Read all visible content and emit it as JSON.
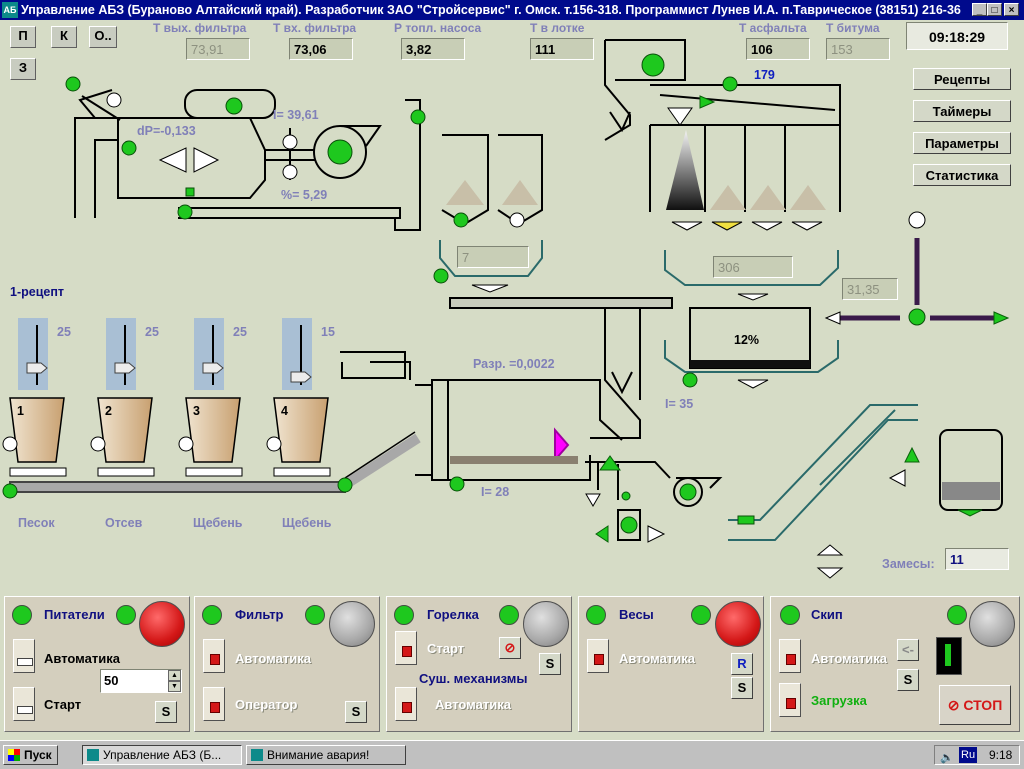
{
  "window": {
    "title": "Управление АБЗ  (Бураново Алтайский край).  Разработчик ЗАО \"Стройсервис\" г. Омск. т.156-318. Программист Лунев И.А.  п.Таврическое  (38151) 216-36",
    "minimize": "_",
    "maximize": "□",
    "close": "×"
  },
  "toolbar": {
    "p": "П",
    "k": "К",
    "o": "О..",
    "z": "З"
  },
  "sensors": [
    {
      "label": "Т вых. фильтра",
      "value": "73,91"
    },
    {
      "label": "Т вх. фильтра",
      "value": "73,06"
    },
    {
      "label": "Р топл. насоса",
      "value": "3,82"
    },
    {
      "label": "Т в лотке",
      "value": "111"
    },
    {
      "label": "Т асфальта",
      "value": "106"
    },
    {
      "label": "Т битума",
      "value": "153"
    }
  ],
  "clock": "09:18:29",
  "side_buttons": [
    "Рецепты",
    "Таймеры",
    "Параметры",
    "Статистика"
  ],
  "process": {
    "dp": "dP=-0,133",
    "i_fan": "I= 39,61",
    "percent": "%= 5,29",
    "recipe": "1-рецепт",
    "bunker_val": "7",
    "asphalt_count": "179",
    "weight_306": "306",
    "bitumen_val": "31,35",
    "mixer_pct": "12%",
    "i_mixer": "I= 35",
    "razr": "Разр. =0,0022",
    "i_drum": "I=   28",
    "batches_label": "Замесы:",
    "batches_value": "11"
  },
  "feeders": [
    {
      "num": "1",
      "value": "25",
      "material": "Песок",
      "level": 0.5
    },
    {
      "num": "2",
      "value": "25",
      "material": "Отсев",
      "level": 0.5
    },
    {
      "num": "3",
      "value": "25",
      "material": "Щебень",
      "level": 0.5
    },
    {
      "num": "4",
      "value": "15",
      "material": "Щебень",
      "level": 0.3
    }
  ],
  "panels": {
    "pitateli": {
      "title": "Питатели",
      "mode": "Автоматика",
      "start": "Старт",
      "value": "50",
      "s": "S"
    },
    "filtr": {
      "title": "Фильтр",
      "mode": "Автоматика",
      "operator": "Оператор",
      "s": "S"
    },
    "gorelka": {
      "title": "Горелка",
      "start": "Старт",
      "s": "S",
      "sub": "Суш. механизмы",
      "mode": "Автоматика"
    },
    "vesy": {
      "title": "Весы",
      "mode": "Автоматика",
      "r": "R",
      "s": "S"
    },
    "skip": {
      "title": "Скип",
      "mode": "Автоматика",
      "load": "Загрузка",
      "s": "S",
      "arrow": "<-",
      "stop": "СТОП"
    }
  },
  "taskbar": {
    "start": "Пуск",
    "tasks": [
      "Управление АБЗ  (Б...",
      "Внимание авария!"
    ],
    "lang": "Ru",
    "time": "9:18"
  },
  "colors": {
    "led": "#1ec81e",
    "alarm": "#d41818",
    "title_blue": "#000a8c",
    "label_violet": "#8080b8",
    "bg": "#d6dcc6"
  }
}
